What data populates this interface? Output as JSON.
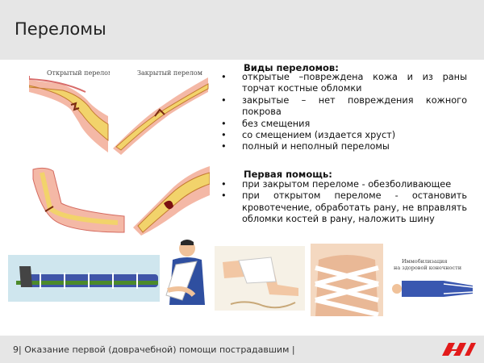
{
  "header": {
    "title": "Переломы"
  },
  "figures": {
    "open_caption": "Открытый перелом",
    "closed_caption": "Закрытый перелом",
    "immobilization_caption_1": "Иммобилизация",
    "immobilization_caption_2": "на здоровой конечности"
  },
  "types": {
    "heading": "Виды переломов:",
    "items": [
      "открытые –повреждена кожа и из раны торчат костные обломки",
      "закрытые –  нет повреждения кожного покрова",
      "без смещения",
      "со смещением (издается хруст)",
      "полный и неполный переломы"
    ]
  },
  "first_aid": {
    "heading": "Первая помощь:",
    "items": [
      "при закрытом переломе - обезболивающее",
      "при открытом переломе - остановить кровотечение, обработать рану, не вправлять обломки костей в рану, наложить шину"
    ]
  },
  "footer": {
    "text": "9| Оказание первой (доврачебной) помощи пострадавшим  |"
  },
  "colors": {
    "bone": "#f2d36b",
    "flesh": "#e98a86",
    "blood": "#b01818",
    "logo": "#e21a1a"
  }
}
